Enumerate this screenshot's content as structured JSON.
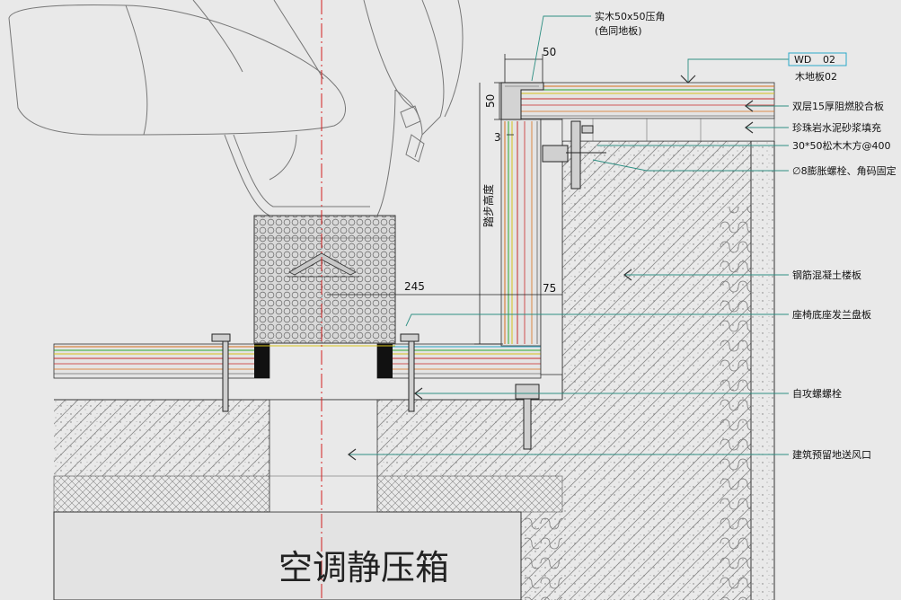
{
  "drawing": {
    "title": "空调静压箱",
    "tag": {
      "code": "WD",
      "num": "02",
      "name": "木地板02"
    },
    "labels": {
      "trim": "实木50x50压角",
      "trim_note": "(色同地板)",
      "plywood": "双层15厚阻燃胶合板",
      "mortar": "珍珠岩水泥砂浆填充",
      "batten": "30*50松木木方@400",
      "anchor": "∅8膨胀螺栓、角码固定",
      "slab": "钢筋混凝土楼板",
      "flange": "座椅底座发兰盘板",
      "screw": "自攻螺螺栓",
      "vent": "建筑预留地送风口"
    },
    "dims": {
      "top_w": "50",
      "top_h": "50",
      "gap": "3",
      "step": "踏步高度",
      "d245": "245",
      "d75": "75"
    }
  },
  "colors": {
    "background": "#e9e9e9",
    "line": "#222222",
    "leader": "#2e8f83",
    "tag": "#2aa9c9",
    "centerline": "#d21f1f",
    "green": "#2ea82e",
    "yellow": "#d8c21d",
    "orange": "#d8711b",
    "red": "#c92b2b"
  }
}
